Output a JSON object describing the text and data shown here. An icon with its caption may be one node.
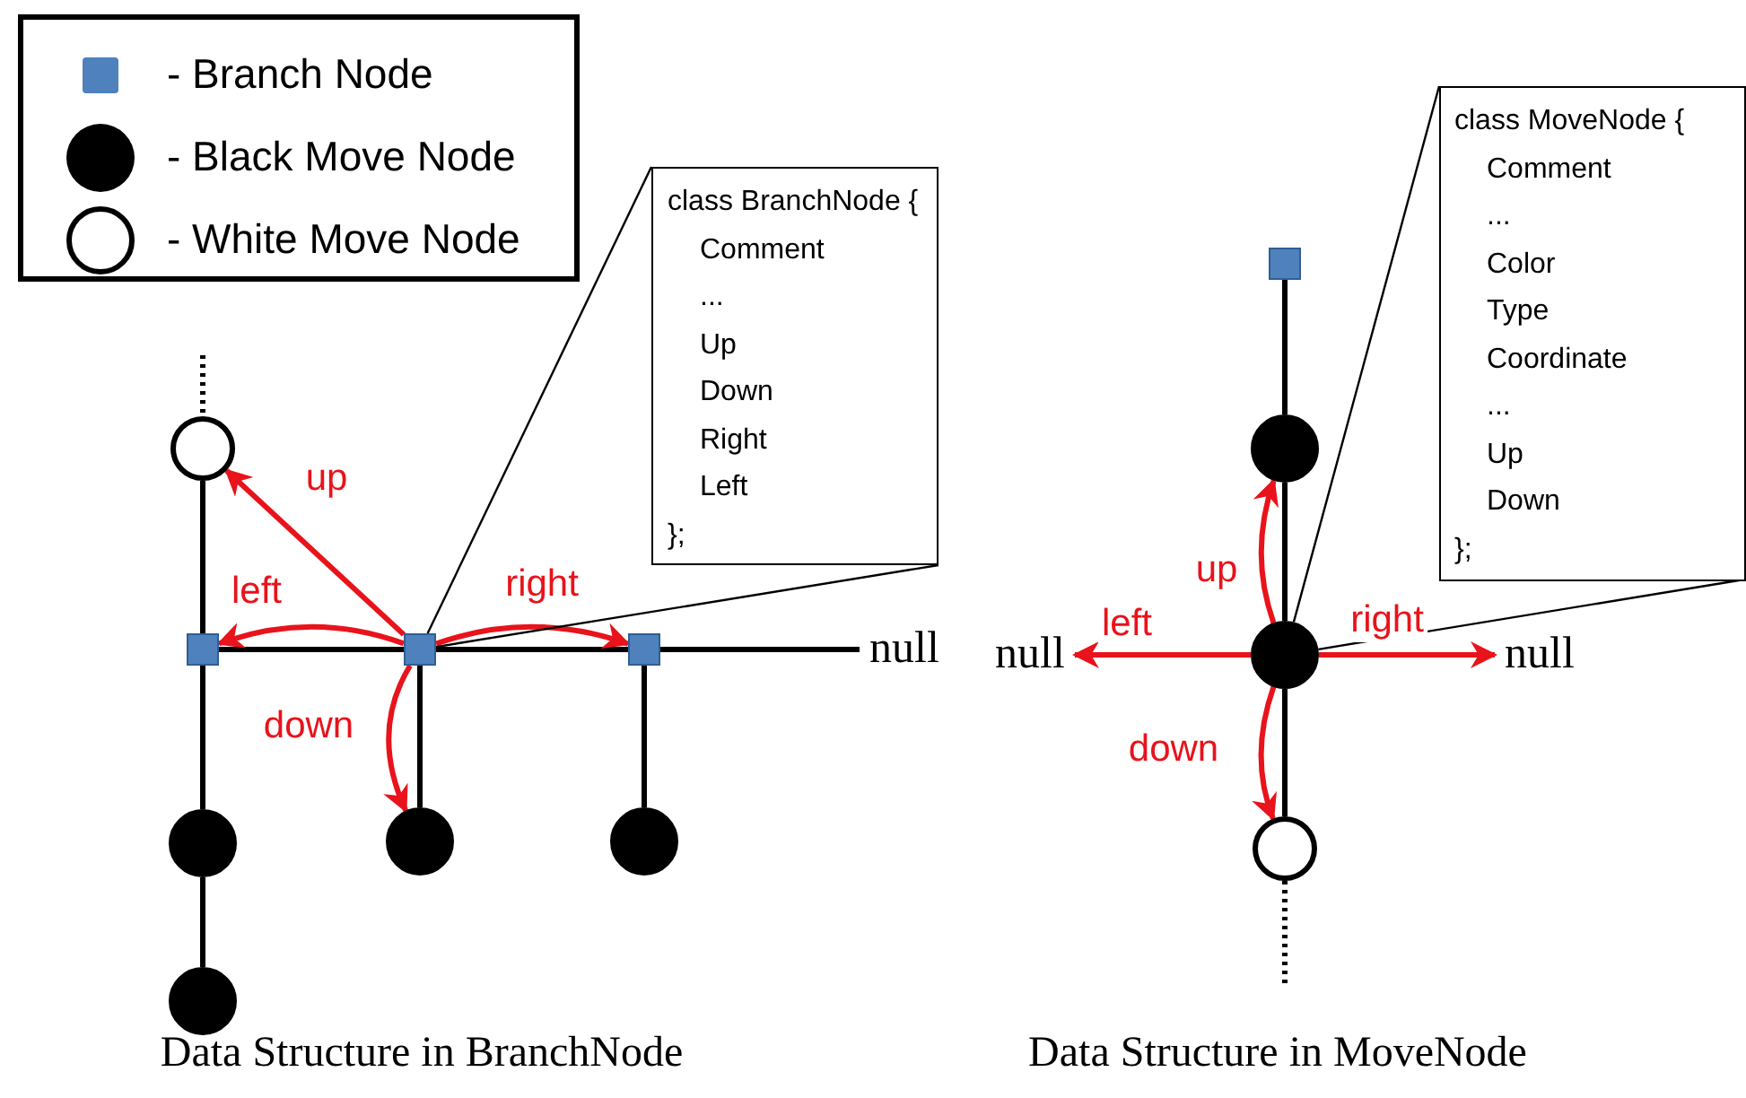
{
  "diagram": {
    "nodes": [
      {
        "text": [],
        "shape": "circle"
      },
      {
        "text": [],
        "shape": "box"
      },
      {
        "text": [],
        "shape": "box"
      },
      {
        "text": [],
        "shape": "box"
      },
      {
        "text": [],
        "shape": "circle"
      },
      {
        "text": [],
        "shape": "circle"
      },
      {
        "text": [],
        "shape": "circle"
      },
      {
        "text": [],
        "shape": "circle"
      },
      {
        "text": [
          "null"
        ]
      },
      {
        "text": [
          "class BranchNode {",
          "Comment",
          "...",
          "Up",
          "Down",
          "Right",
          "Left",
          "};"
        ]
      },
      {
        "text": [],
        "shape": "box"
      },
      {
        "text": [],
        "shape": "circle"
      },
      {
        "text": [],
        "shape": "circle"
      },
      {
        "text": [],
        "shape": "circle"
      },
      {
        "text": [
          "null"
        ]
      },
      {
        "text": [
          "null"
        ]
      },
      {
        "text": [
          "class MoveNode {",
          "Comment",
          "...",
          "Color",
          "Type",
          "Coordinate",
          "...",
          "Up",
          "Down",
          "};"
        ]
      }
    ],
    "edges": [
      {
        "from": null,
        "to": 0,
        "arrow": "none",
        "style": "dashed"
      },
      {
        "from": 0,
        "to": 1,
        "arrow": "none"
      },
      {
        "from": 1,
        "to": 4,
        "arrow": "none"
      },
      {
        "from": 4,
        "to": 7,
        "arrow": "none"
      },
      {
        "from": 1,
        "to": 2,
        "arrow": "none"
      },
      {
        "from": 2,
        "to": 3,
        "arrow": "none"
      },
      {
        "from": 3,
        "to": 8,
        "arrow": "none"
      },
      {
        "from": 2,
        "to": 5,
        "arrow": "none"
      },
      {
        "from": 3,
        "to": 6,
        "arrow": "none"
      },
      {
        "from": 2,
        "to": 0,
        "arrow": "to",
        "label": "up",
        "color": "#e8131b"
      },
      {
        "from": 2,
        "to": 1,
        "arrow": "to",
        "label": "left",
        "color": "#e8131b"
      },
      {
        "from": 2,
        "to": 3,
        "arrow": "to",
        "label": "right",
        "color": "#e8131b"
      },
      {
        "from": 2,
        "to": 5,
        "arrow": "to",
        "label": "down",
        "color": "#e8131b"
      },
      {
        "from": 9,
        "to": 2,
        "arrow": "none"
      },
      {
        "from": 9,
        "to": 2,
        "arrow": "none"
      },
      {
        "from": 10,
        "to": 11,
        "arrow": "none"
      },
      {
        "from": 11,
        "to": 12,
        "arrow": "none"
      },
      {
        "from": 12,
        "to": 13,
        "arrow": "none"
      },
      {
        "from": 13,
        "to": null,
        "arrow": "none",
        "style": "dashed"
      },
      {
        "from": 12,
        "to": 11,
        "arrow": "to",
        "label": "up",
        "color": "#e8131b"
      },
      {
        "from": 12,
        "to": 14,
        "arrow": "to",
        "label": "left",
        "color": "#e8131b"
      },
      {
        "from": 12,
        "to": 15,
        "arrow": "to",
        "label": "right",
        "color": "#e8131b"
      },
      {
        "from": 12,
        "to": 13,
        "arrow": "to",
        "label": "down",
        "color": "#e8131b"
      },
      {
        "from": 16,
        "to": 12,
        "arrow": "none"
      },
      {
        "from": 16,
        "to": 12,
        "arrow": "none"
      }
    ],
    "labels": [
      "Data Structure in BranchNode",
      "Data Structure in MoveNode"
    ],
    "legend": [
      {
        "text": "- Branch Node",
        "color": "#4f81bd"
      },
      {
        "text": "- Black Move Node",
        "color": "#000000"
      },
      {
        "text": "- White Move Node"
      }
    ]
  }
}
